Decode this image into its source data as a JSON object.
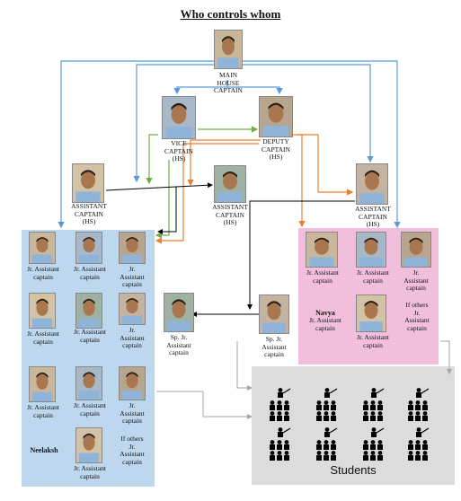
{
  "title": "Who controls whom",
  "leaders": {
    "main": "MAIN\nHOUSE\nCAPTAIN",
    "vice": "VICE\nCAPTAIN\n(HS)",
    "deputy": "DEPUTY\nCAPTAIN\n(HS)",
    "asst_left": "ASSISTANT\nCAPTAIN\n(HS)",
    "asst_mid": "ASSISTANT\nCAPTAIN\n(HS)",
    "asst_right": "ASSISTANT\nCAPTAIN\n(HS)"
  },
  "blue_panel": {
    "r1c1": "Jr. Assistant\ncaptain",
    "r1c2": "Jr. Assistant\ncaptain",
    "r1c3": "Jr.\nAssistant\ncaptain",
    "r2c1": "Jr. Assistant\ncaptain",
    "r2c2": "Jr. Assistant\ncaptain",
    "r2c3": "Jr.\nAssistant\ncaptain",
    "r3c1": "Jr. Assistant\ncaptain",
    "r3c2": "Jr. Assistant\ncaptain",
    "r3c3": "Jr.\nAssistant\ncaptain",
    "neelaksh": "Neelaksh",
    "r4c2": "Jr. Assistant\ncaptain",
    "others": "If others\nJr.\nAssistant\ncaptain"
  },
  "middle": {
    "sp_left": "Sp. Jr.\nAssistant\ncaptain",
    "sp_right": "Sp. Jr.\nAssistant\ncaptain"
  },
  "pink_panel": {
    "r1c1": "Jr. Assistant\ncaptain",
    "r1c2": "Jr. Assistant\ncaptain",
    "r1c3": "Jr.\nAssistant\ncaptain",
    "navya_name": "Navya",
    "navya": "Jr. Assistant\ncaptain",
    "r2c2": "Jr. Assistant\ncaptain",
    "others": "If others\nJr.\nAssistant\ncaptain"
  },
  "students": "Students",
  "colors": {
    "blue_line": "#5b9bd5",
    "green_line": "#70ad47",
    "orange_line": "#ed7d31",
    "gray_line": "#a5a5a5",
    "black_line": "#000000"
  }
}
